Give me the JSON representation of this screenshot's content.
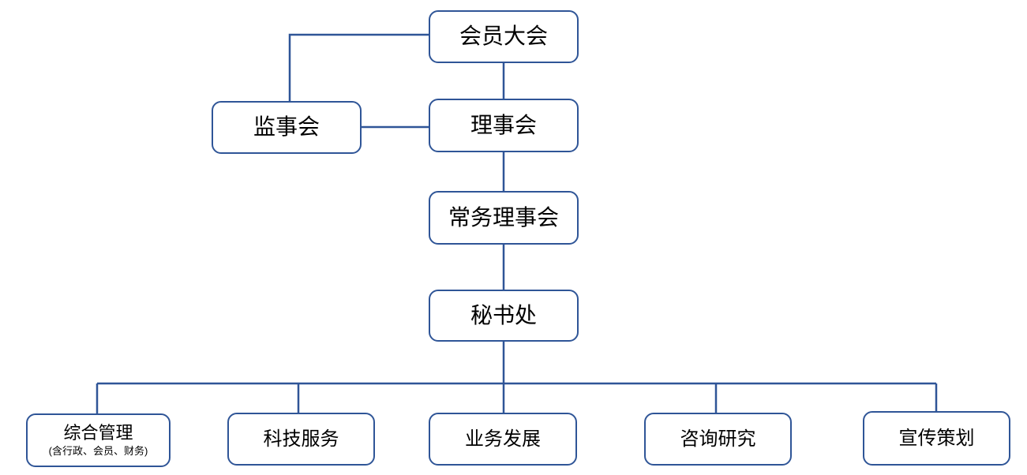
{
  "diagram": {
    "type": "org-chart",
    "nodes": {
      "member_assembly": {
        "label": "会员大会"
      },
      "board_of_supervisors": {
        "label": "监事会"
      },
      "council": {
        "label": "理事会"
      },
      "standing_council": {
        "label": "常务理事会"
      },
      "secretariat": {
        "label": "秘书处"
      },
      "general_management": {
        "label": "综合管理",
        "sublabel": "(含行政、会员、财务)"
      },
      "technology_services": {
        "label": "科技服务"
      },
      "business_development": {
        "label": "业务发展"
      },
      "consulting_research": {
        "label": "咨询研究"
      },
      "publicity_planning": {
        "label": "宣传策划"
      }
    },
    "edges": [
      [
        "member_assembly",
        "council"
      ],
      [
        "member_assembly",
        "board_of_supervisors"
      ],
      [
        "board_of_supervisors",
        "council"
      ],
      [
        "council",
        "standing_council"
      ],
      [
        "standing_council",
        "secretariat"
      ],
      [
        "secretariat",
        "general_management"
      ],
      [
        "secretariat",
        "technology_services"
      ],
      [
        "secretariat",
        "business_development"
      ],
      [
        "secretariat",
        "consulting_research"
      ],
      [
        "secretariat",
        "publicity_planning"
      ]
    ],
    "colors": {
      "node-border": "#2f5597",
      "connector": "#2f5597",
      "text": "#000000",
      "background": "#ffffff"
    }
  }
}
